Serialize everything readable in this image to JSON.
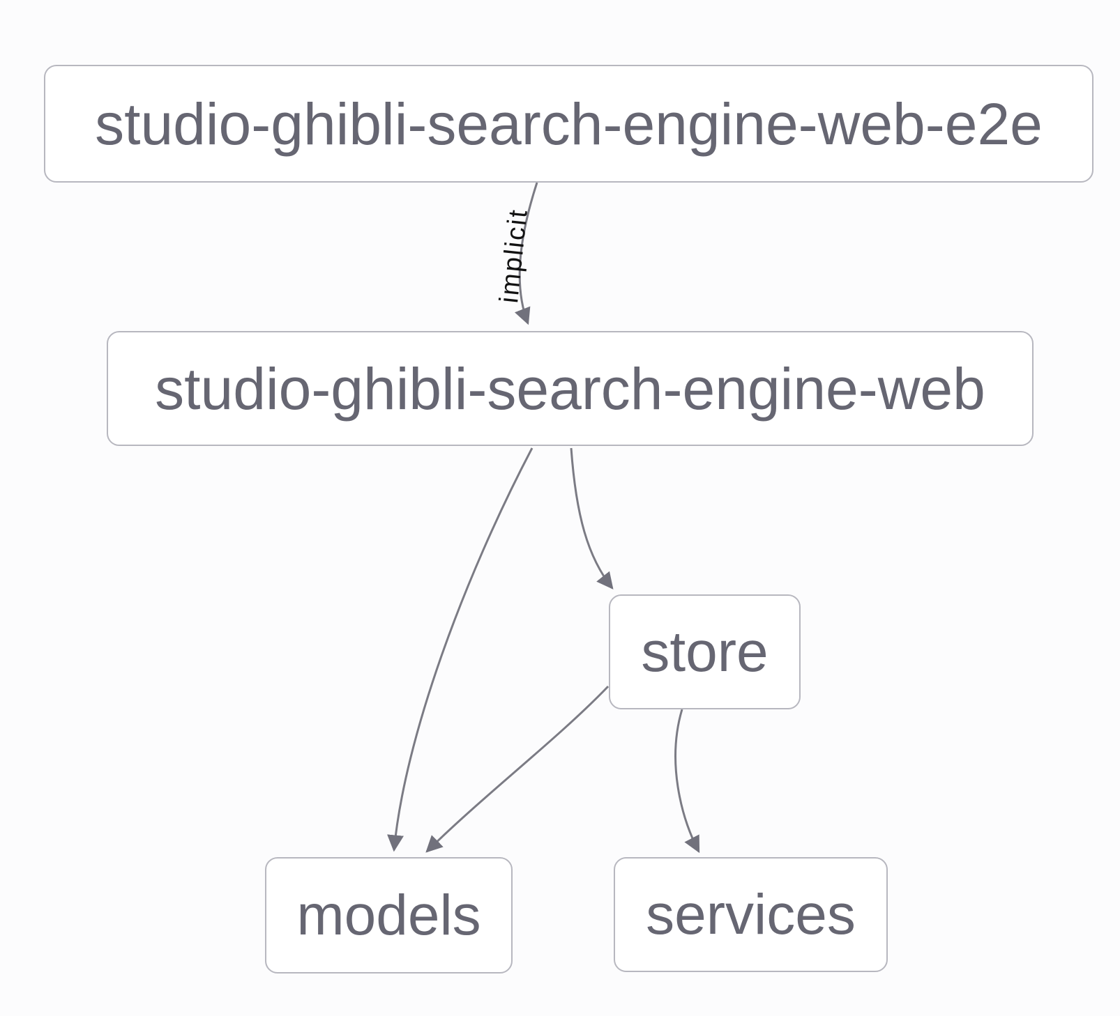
{
  "diagram": {
    "type": "dependency-graph",
    "colors": {
      "background": "#fcfcfd",
      "node_fill": "#ffffff",
      "node_border": "#b7b7bf",
      "node_text": "#666672",
      "edge_stroke": "#7b7b84",
      "arrowhead_fill": "#71717c",
      "edge_label_text": "#121212"
    },
    "nodes": [
      {
        "id": "studio-ghibli-search-engine-web-e2e",
        "label": "studio-ghibli-search-engine-web-e2e"
      },
      {
        "id": "studio-ghibli-search-engine-web",
        "label": "studio-ghibli-search-engine-web"
      },
      {
        "id": "store",
        "label": "store"
      },
      {
        "id": "models",
        "label": "models"
      },
      {
        "id": "services",
        "label": "services"
      }
    ],
    "edges": [
      {
        "from": "studio-ghibli-search-engine-web-e2e",
        "to": "studio-ghibli-search-engine-web",
        "label": "implicit"
      },
      {
        "from": "studio-ghibli-search-engine-web",
        "to": "models",
        "label": ""
      },
      {
        "from": "studio-ghibli-search-engine-web",
        "to": "store",
        "label": ""
      },
      {
        "from": "store",
        "to": "models",
        "label": ""
      },
      {
        "from": "store",
        "to": "services",
        "label": ""
      }
    ]
  }
}
